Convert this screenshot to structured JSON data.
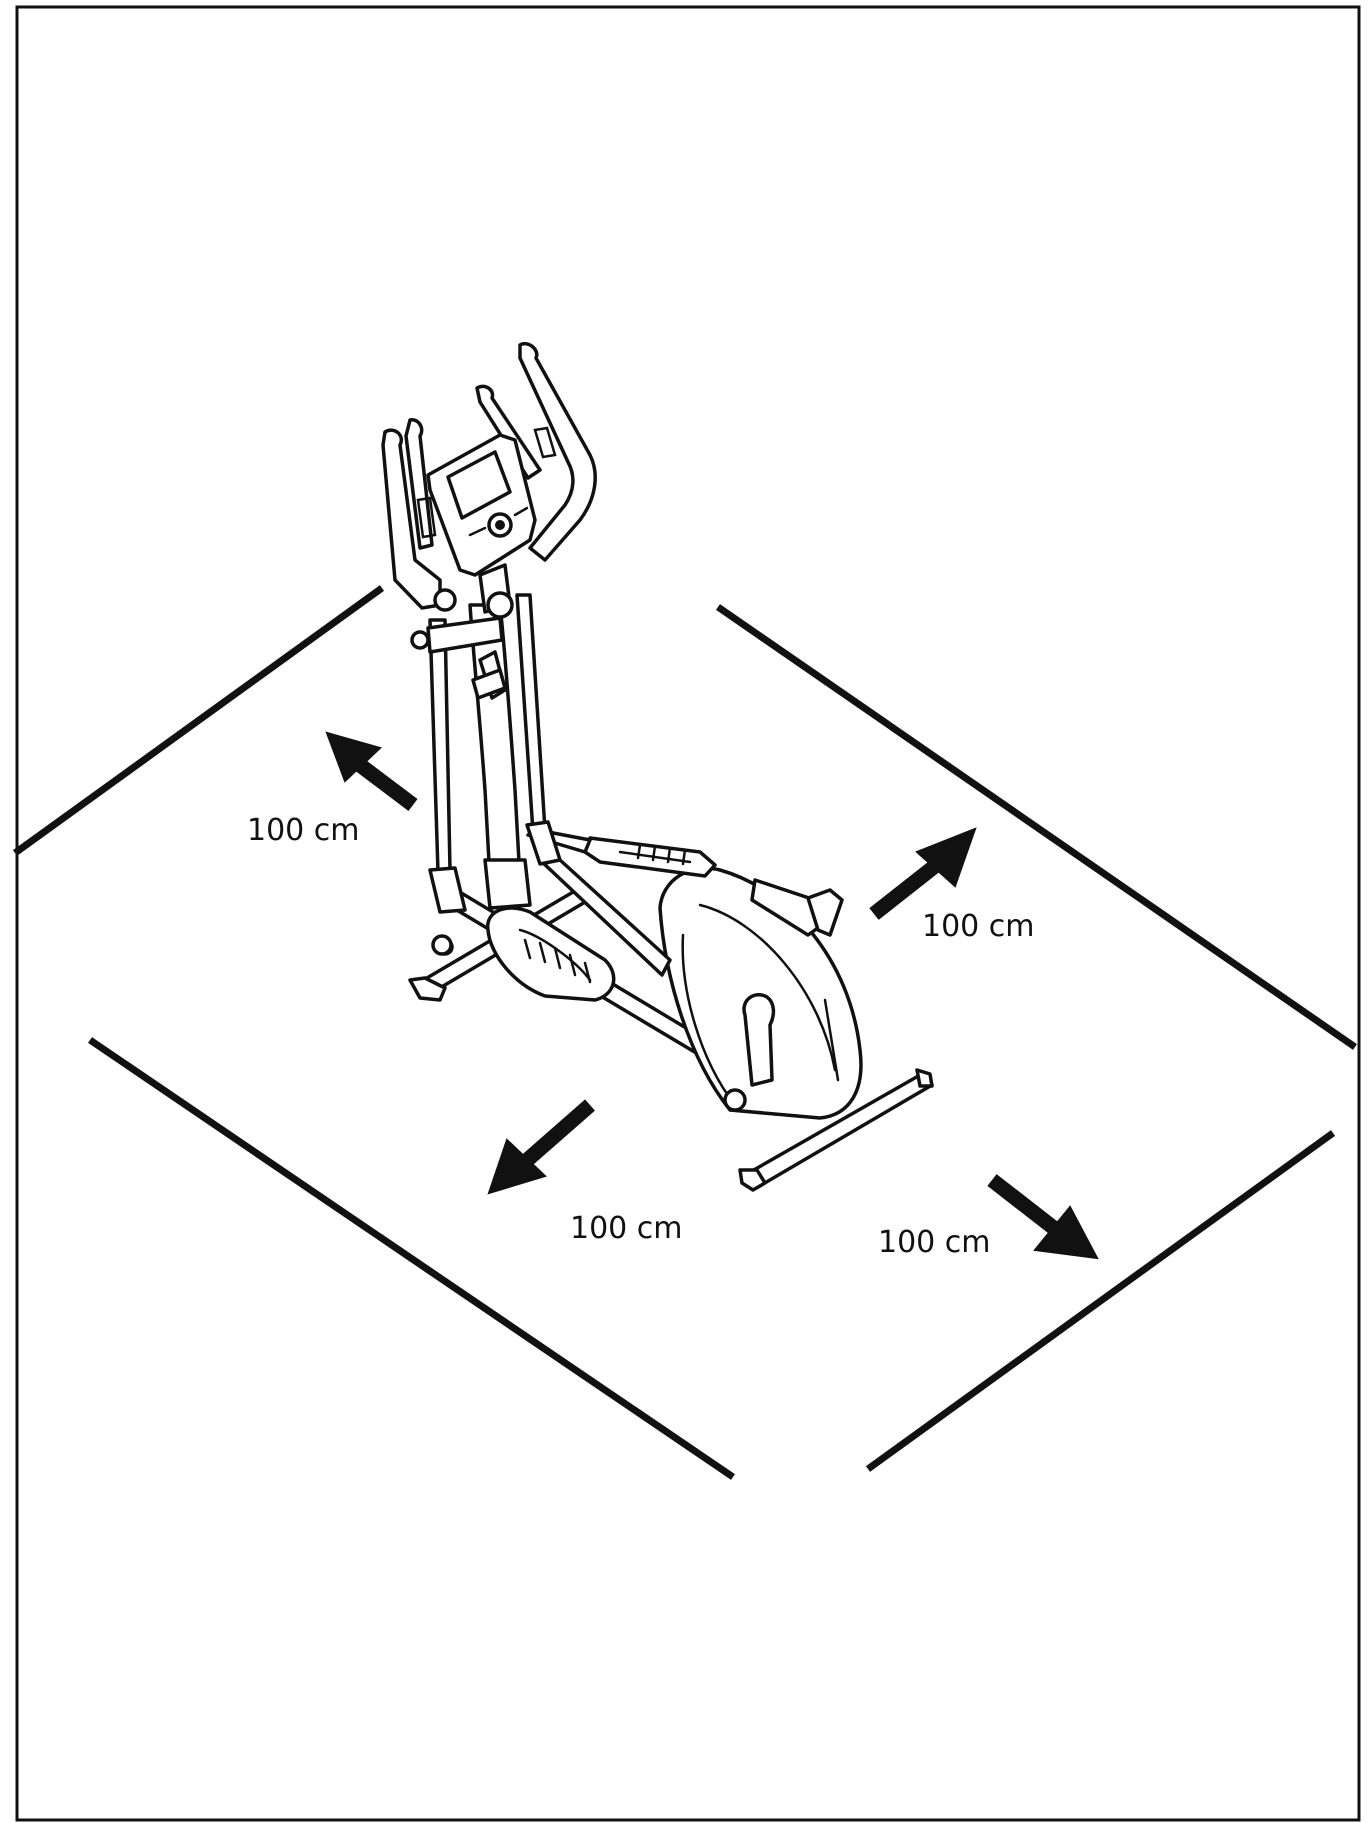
{
  "diagram": {
    "subject": "elliptical-cross-trainer",
    "clearances": [
      {
        "id": "back-left",
        "label": "100 cm"
      },
      {
        "id": "back-right",
        "label": "100 cm"
      },
      {
        "id": "front-left",
        "label": "100 cm"
      },
      {
        "id": "front-right",
        "label": "100 cm"
      }
    ],
    "colors": {
      "ink": "#111111",
      "paper": "#ffffff"
    }
  }
}
